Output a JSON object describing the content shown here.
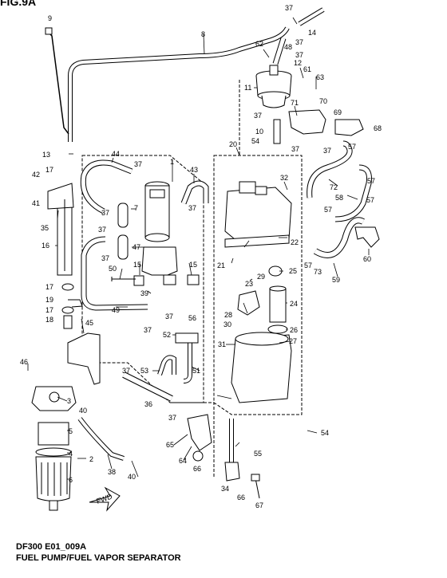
{
  "figure_label": "FIG.9A",
  "diagram_code": "DF300 E01_009A",
  "diagram_title": "FUEL PUMP/FUEL VAPOR SEPARATOR",
  "fwd_label": "FWD",
  "callouts": [
    {
      "n": "9"
    },
    {
      "n": "8"
    },
    {
      "n": "37"
    },
    {
      "n": "14"
    },
    {
      "n": "37"
    },
    {
      "n": "48"
    },
    {
      "n": "37"
    },
    {
      "n": "62"
    },
    {
      "n": "12"
    },
    {
      "n": "61"
    },
    {
      "n": "63"
    },
    {
      "n": "11"
    },
    {
      "n": "70"
    },
    {
      "n": "71"
    },
    {
      "n": "69"
    },
    {
      "n": "37"
    },
    {
      "n": "10"
    },
    {
      "n": "68"
    },
    {
      "n": "54"
    },
    {
      "n": "37"
    },
    {
      "n": "37"
    },
    {
      "n": "57"
    },
    {
      "n": "13"
    },
    {
      "n": "44"
    },
    {
      "n": "20"
    },
    {
      "n": "17"
    },
    {
      "n": "37"
    },
    {
      "n": "1"
    },
    {
      "n": "43"
    },
    {
      "n": "32"
    },
    {
      "n": "72"
    },
    {
      "n": "57"
    },
    {
      "n": "42"
    },
    {
      "n": "58"
    },
    {
      "n": "57"
    },
    {
      "n": "41"
    },
    {
      "n": "37"
    },
    {
      "n": "7"
    },
    {
      "n": "37"
    },
    {
      "n": "57"
    },
    {
      "n": "35"
    },
    {
      "n": "37"
    },
    {
      "n": "22"
    },
    {
      "n": "16"
    },
    {
      "n": "47"
    },
    {
      "n": "37"
    },
    {
      "n": "60"
    },
    {
      "n": "21"
    },
    {
      "n": "57"
    },
    {
      "n": "73"
    },
    {
      "n": "15"
    },
    {
      "n": "15"
    },
    {
      "n": "29"
    },
    {
      "n": "25"
    },
    {
      "n": "50"
    },
    {
      "n": "23"
    },
    {
      "n": "59"
    },
    {
      "n": "17"
    },
    {
      "n": "39"
    },
    {
      "n": "19"
    },
    {
      "n": "24"
    },
    {
      "n": "17"
    },
    {
      "n": "49"
    },
    {
      "n": "28"
    },
    {
      "n": "18"
    },
    {
      "n": "37"
    },
    {
      "n": "56"
    },
    {
      "n": "30"
    },
    {
      "n": "37"
    },
    {
      "n": "26"
    },
    {
      "n": "45"
    },
    {
      "n": "52"
    },
    {
      "n": "27"
    },
    {
      "n": "31"
    },
    {
      "n": "46"
    },
    {
      "n": "53"
    },
    {
      "n": "51"
    },
    {
      "n": "37"
    },
    {
      "n": "3"
    },
    {
      "n": "36"
    },
    {
      "n": "40"
    },
    {
      "n": "37"
    },
    {
      "n": "54"
    },
    {
      "n": "5"
    },
    {
      "n": "65"
    },
    {
      "n": "4"
    },
    {
      "n": "2"
    },
    {
      "n": "55"
    },
    {
      "n": "6"
    },
    {
      "n": "38"
    },
    {
      "n": "64"
    },
    {
      "n": "66"
    },
    {
      "n": "40"
    },
    {
      "n": "34"
    },
    {
      "n": "66"
    },
    {
      "n": "67"
    }
  ]
}
